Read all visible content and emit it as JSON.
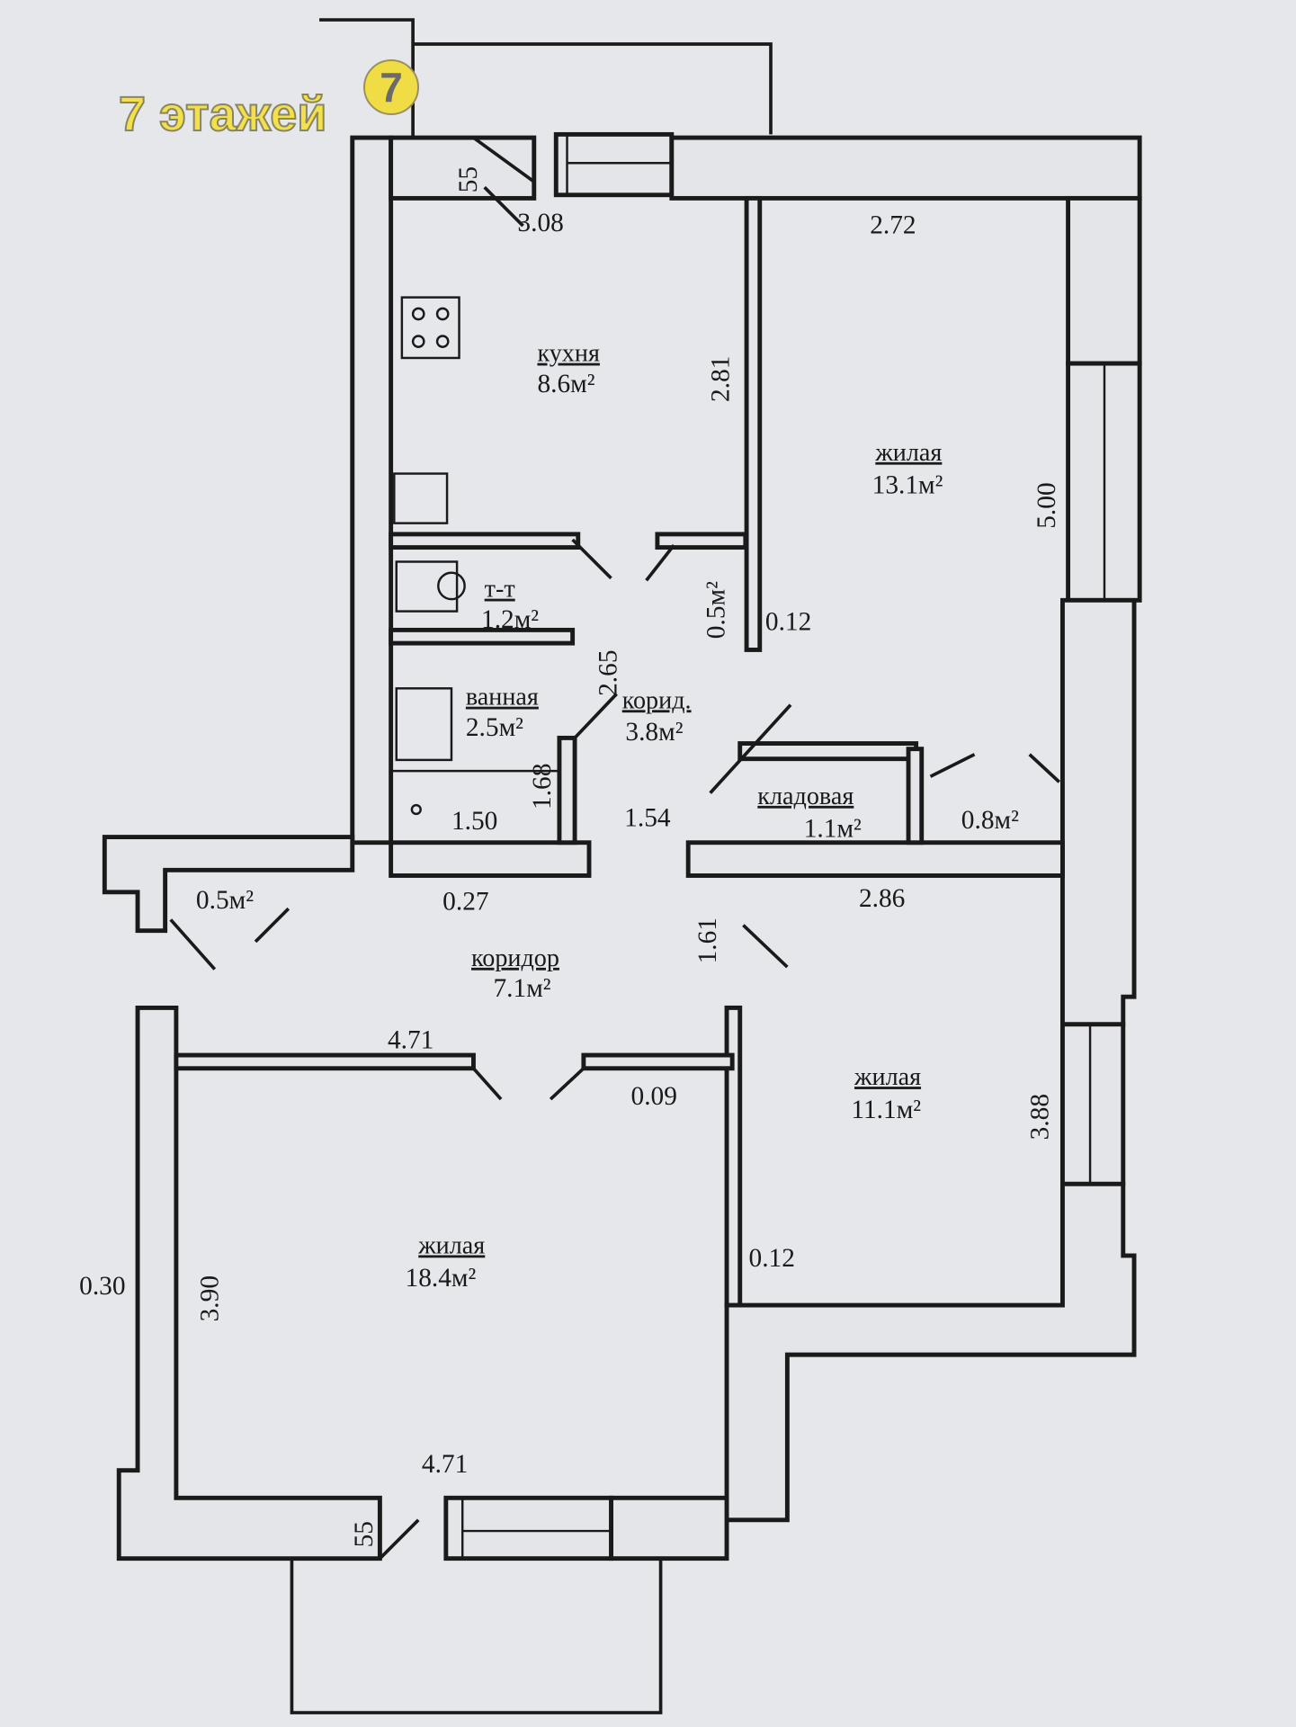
{
  "watermark": {
    "text": "7 этажей",
    "badge": "7",
    "color": "#f3e04a"
  },
  "rooms": {
    "kitchen": {
      "name": "кухня",
      "area": "8.6м²"
    },
    "living_top": {
      "name": "жилая",
      "area": "13.1м²"
    },
    "toilet": {
      "name": "т-т",
      "area": "1.2м²"
    },
    "bathroom": {
      "name": "ванная",
      "area": "2.5м²"
    },
    "small_corridor": {
      "name": "корид.",
      "area": "3.8м²"
    },
    "storage": {
      "name": "кладовая",
      "area": "1.1м²"
    },
    "closet_right": {
      "area": "0.8м²"
    },
    "closet_top": {
      "area": "0.5м²"
    },
    "closet_left": {
      "area": "0.5м²"
    },
    "corridor": {
      "name": "коридор",
      "area": "7.1м²"
    },
    "living_right": {
      "name": "жилая",
      "area": "11.1м²"
    },
    "living_big": {
      "name": "жилая",
      "area": "18.4м²"
    }
  },
  "dimensions": {
    "d55_top": "55",
    "d308": "3.08",
    "d272": "2.72",
    "d281": "2.81",
    "d500": "5.00",
    "d012_top": "0.12",
    "d265": "2.65",
    "d168": "1.68",
    "d150": "1.50",
    "d154": "1.54",
    "d027": "0.27",
    "d286": "2.86",
    "d161": "1.61",
    "d471_top": "4.71",
    "d009": "0.09",
    "d388": "3.88",
    "d012_bottom": "0.12",
    "d030": "0.30",
    "d390": "3.90",
    "d471_bottom": "4.71",
    "d55_bottom": "55"
  }
}
